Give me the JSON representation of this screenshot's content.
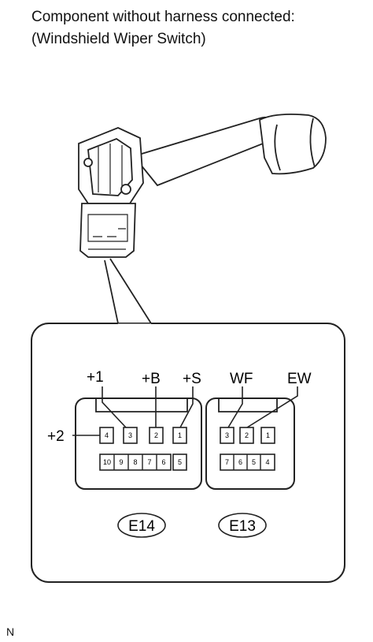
{
  "title": {
    "line1": "Component without harness connected:",
    "line2": "(Windshield Wiper Switch)"
  },
  "connectors": {
    "e14": {
      "code": "E14",
      "top_row": [
        "4",
        "3",
        "2",
        "1"
      ],
      "bottom_row": [
        "10",
        "9",
        "8",
        "7",
        "6",
        "5"
      ],
      "labels": {
        "plus2": "+2",
        "plus1": "+1",
        "plusB": "+B",
        "plusS": "+S"
      }
    },
    "e13": {
      "code": "E13",
      "top_row": [
        "3",
        "2",
        "1"
      ],
      "bottom_row": [
        "7",
        "6",
        "5",
        "4"
      ],
      "labels": {
        "wf": "WF",
        "ew": "EW"
      }
    }
  },
  "footer": {
    "mark": "N"
  }
}
